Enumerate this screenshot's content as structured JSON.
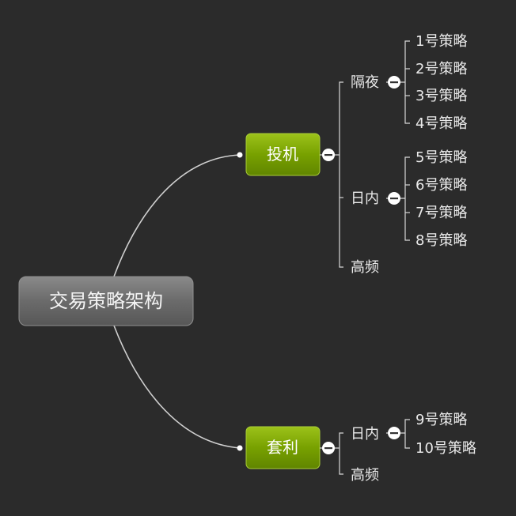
{
  "root": {
    "label": "交易策略架构"
  },
  "branches": [
    {
      "label": "投机",
      "children": [
        {
          "label": "隔夜",
          "leaves": [
            "1号策略",
            "2号策略",
            "3号策略",
            "4号策略"
          ]
        },
        {
          "label": "日内",
          "leaves": [
            "5号策略",
            "6号策略",
            "7号策略",
            "8号策略"
          ]
        },
        {
          "label": "高频",
          "leaves": []
        }
      ]
    },
    {
      "label": "套利",
      "children": [
        {
          "label": "日内",
          "leaves": [
            "9号策略",
            "10号策略"
          ]
        },
        {
          "label": "高频",
          "leaves": []
        }
      ]
    }
  ],
  "colors": {
    "background": "#2b2b2b",
    "root_fill": "#6a6a6a",
    "branch_fill": "#7aa300",
    "text": "#eaeaea"
  },
  "icons": {
    "collapse": "minus-circle-icon",
    "anchor": "dot-icon"
  }
}
